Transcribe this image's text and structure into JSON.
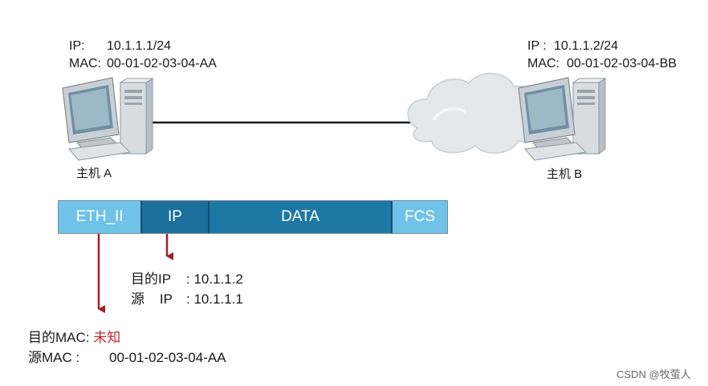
{
  "hostA": {
    "ip_label": "IP:",
    "ip_value": "10.1.1.1/24",
    "mac_label": "MAC:",
    "mac_value": "00-01-02-03-04-AA",
    "name": "主机 A"
  },
  "hostB": {
    "ip_label": "IP :",
    "ip_value": "10.1.1.2/24",
    "mac_label": "MAC:",
    "mac_value": "00-01-02-03-04-BB",
    "name": "主机 B"
  },
  "frame": {
    "eth": "ETH_II",
    "ip": "IP",
    "data": "DATA",
    "fcs": "FCS"
  },
  "ip_header": {
    "dst_label": "目的IP",
    "dst_value": ": 10.1.1.2",
    "src_label": "源    IP",
    "src_value": ": 10.1.1.1"
  },
  "eth_header": {
    "dst_label": "目的MAC",
    "dst_sep": ": ",
    "dst_value": "未知",
    "src_label": "源MAC :",
    "src_value": "00-01-02-03-04-AA"
  },
  "watermark": "CSDN @牧萤人",
  "colors": {
    "frame_light": "#6fc2e8",
    "frame_dark": "#1b6f9c",
    "arrow": "#a51d24",
    "unknown_text": "#c0282e"
  }
}
